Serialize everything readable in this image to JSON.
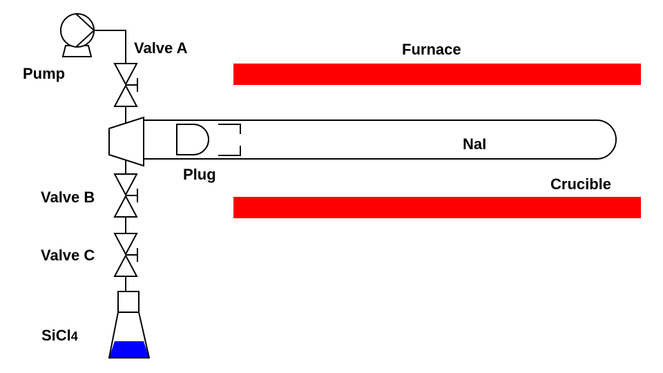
{
  "labels": {
    "pump": "Pump",
    "valve_a": "Valve A",
    "valve_b": "Valve B",
    "valve_c": "Valve C",
    "sicl4_main": "SiCl",
    "sicl4_sub": "4",
    "furnace": "Furnace",
    "crucible": "Crucible",
    "nai": "NaI",
    "plug": "Plug"
  },
  "colors": {
    "heater": "#ff0000",
    "liquid": "#0000ff",
    "line": "#000000"
  }
}
